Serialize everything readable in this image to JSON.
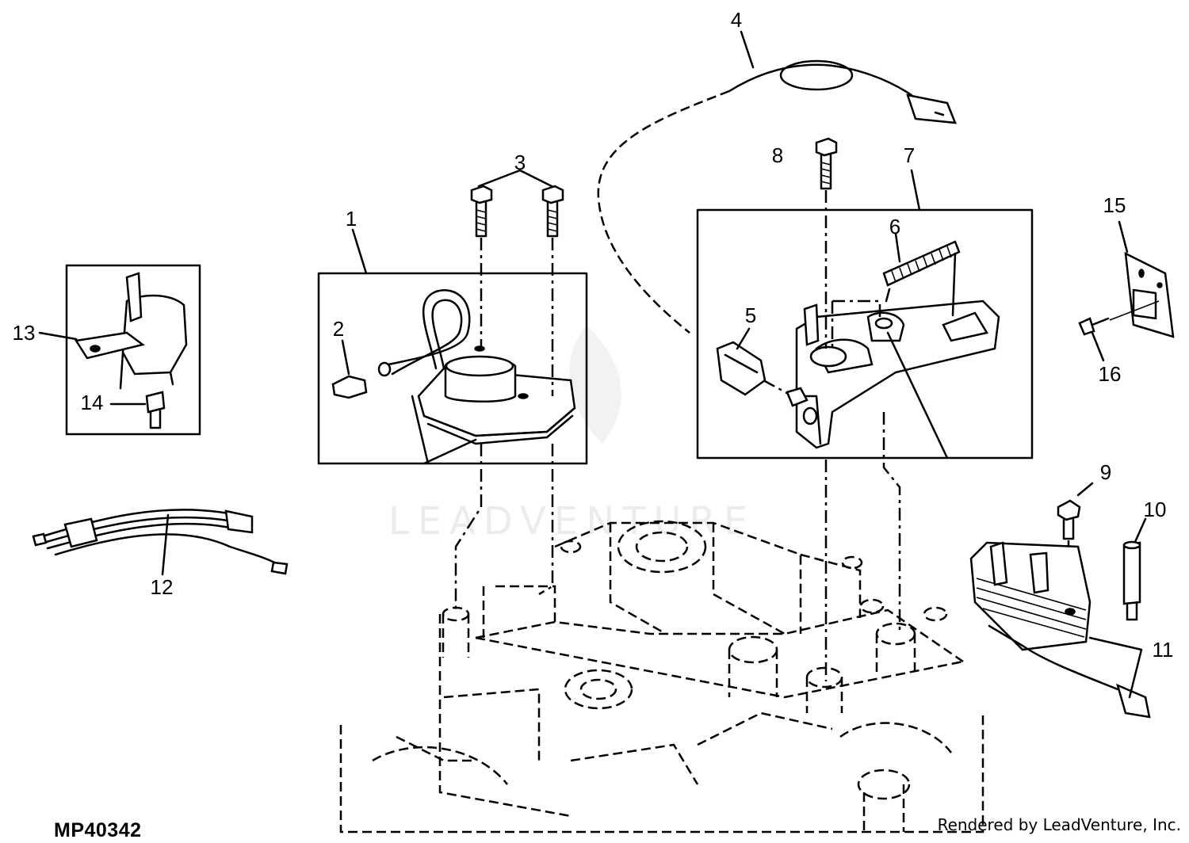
{
  "callouts": [
    {
      "id": "1",
      "label": "1"
    },
    {
      "id": "2",
      "label": "2"
    },
    {
      "id": "3",
      "label": "3"
    },
    {
      "id": "4",
      "label": "4"
    },
    {
      "id": "5",
      "label": "5"
    },
    {
      "id": "6",
      "label": "6"
    },
    {
      "id": "7",
      "label": "7"
    },
    {
      "id": "8",
      "label": "8"
    },
    {
      "id": "9",
      "label": "9"
    },
    {
      "id": "10",
      "label": "10"
    },
    {
      "id": "11",
      "label": "11"
    },
    {
      "id": "12",
      "label": "12"
    },
    {
      "id": "13",
      "label": "13"
    },
    {
      "id": "14",
      "label": "14"
    },
    {
      "id": "15",
      "label": "15"
    },
    {
      "id": "16",
      "label": "16"
    }
  ],
  "figure_id": "MP40342",
  "credit": "Rendered by LeadVenture, Inc.",
  "watermark": "LEADVENTURE"
}
